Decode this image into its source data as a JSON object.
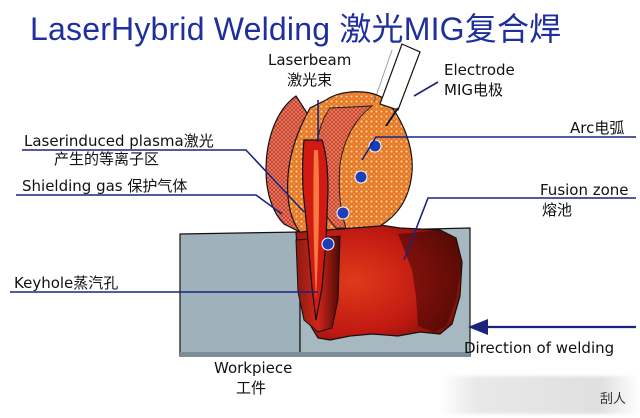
{
  "title": "LaserHybrid Welding  激光MIG复合焊",
  "labels": {
    "laserbeam_en": "Laserbeam",
    "laserbeam_zh": "激光束",
    "electrode_en": "Electrode",
    "electrode_zh": "MIG电极",
    "arc": "Arc电弧",
    "plasma_line1": "Laserinduced plasma激光",
    "plasma_line2": "产生的等离子区",
    "shielding": "Shielding gas 保护气体",
    "fusion_en": "Fusion zone",
    "fusion_zh": "熔池",
    "keyhole": "Keyhole蒸汽孔",
    "direction": "Direction of welding",
    "workpiece_en": "Workpiece",
    "workpiece_zh": "工件"
  },
  "watermark_text": "刮人",
  "colors": {
    "title": "#1f2f9e",
    "leader_line": "#1a237e",
    "workpiece": "#9fb1bb",
    "molten": "#c61a12",
    "plasma": "#d44a2a",
    "droplet": "#1c3fb8"
  }
}
